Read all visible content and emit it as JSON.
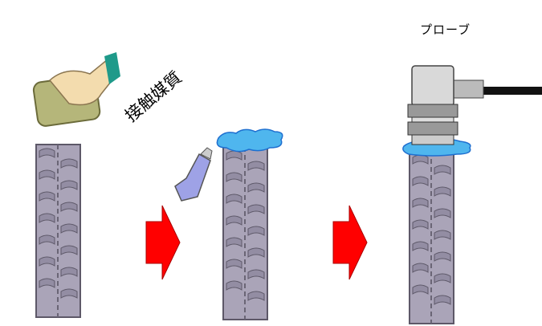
{
  "labels": {
    "couplant": "接触媒質",
    "probe": "プローブ"
  },
  "colors": {
    "rebar": "#aaa4b8",
    "rebar_edge": "#5d5868",
    "couplant": "#4fb6ee",
    "arrow": "#ff0000",
    "bottle": "#9ea2e6"
  },
  "steps": [
    {
      "name": "clean-surface"
    },
    {
      "name": "apply-couplant"
    },
    {
      "name": "attach-probe"
    }
  ]
}
